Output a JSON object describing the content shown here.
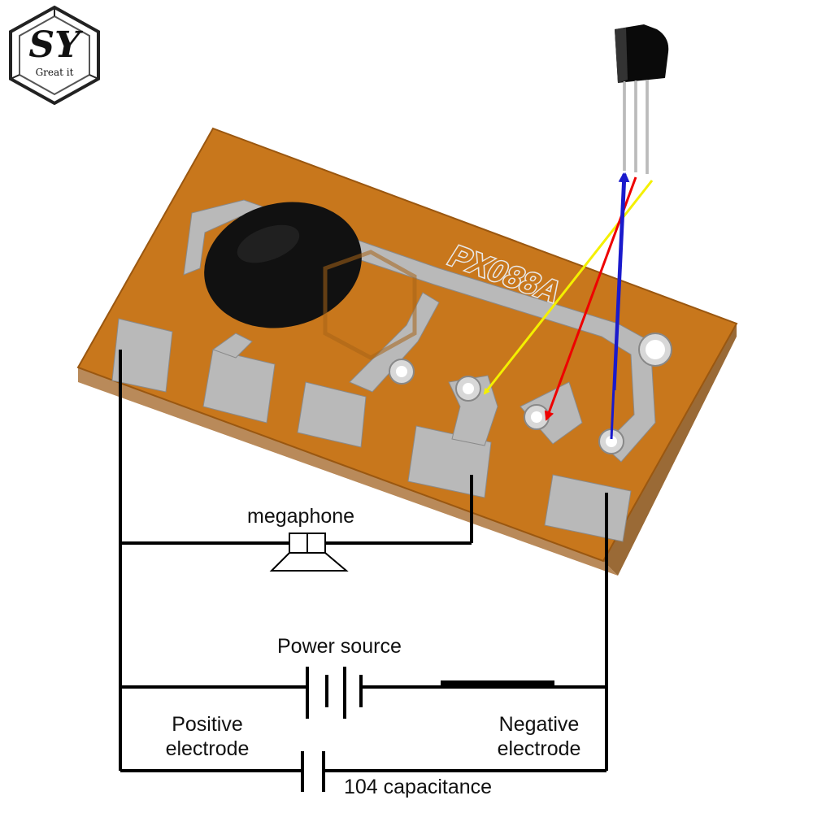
{
  "logo": {
    "mark": "SY",
    "tagline": "Great it"
  },
  "board": {
    "marking": "PX088A"
  },
  "labels": {
    "speaker": "megaphone",
    "power": "Power source",
    "positive": [
      "Positive",
      "electrode"
    ],
    "negative": [
      "Negative",
      "electrode"
    ],
    "capacitor": "104 capacitance"
  },
  "colors": {
    "board": "#c8771c",
    "board_edge": "#9a5710",
    "copper_pad": "#b9b9b9",
    "blob": "#111111",
    "wire": "#000000",
    "lead_yellow": "#f4f000",
    "lead_red": "#ee0000",
    "lead_blue": "#1a1acc"
  },
  "icons": [
    "logo-hexagon",
    "transistor-icon",
    "speaker-icon",
    "battery-icon",
    "capacitor-icon"
  ]
}
